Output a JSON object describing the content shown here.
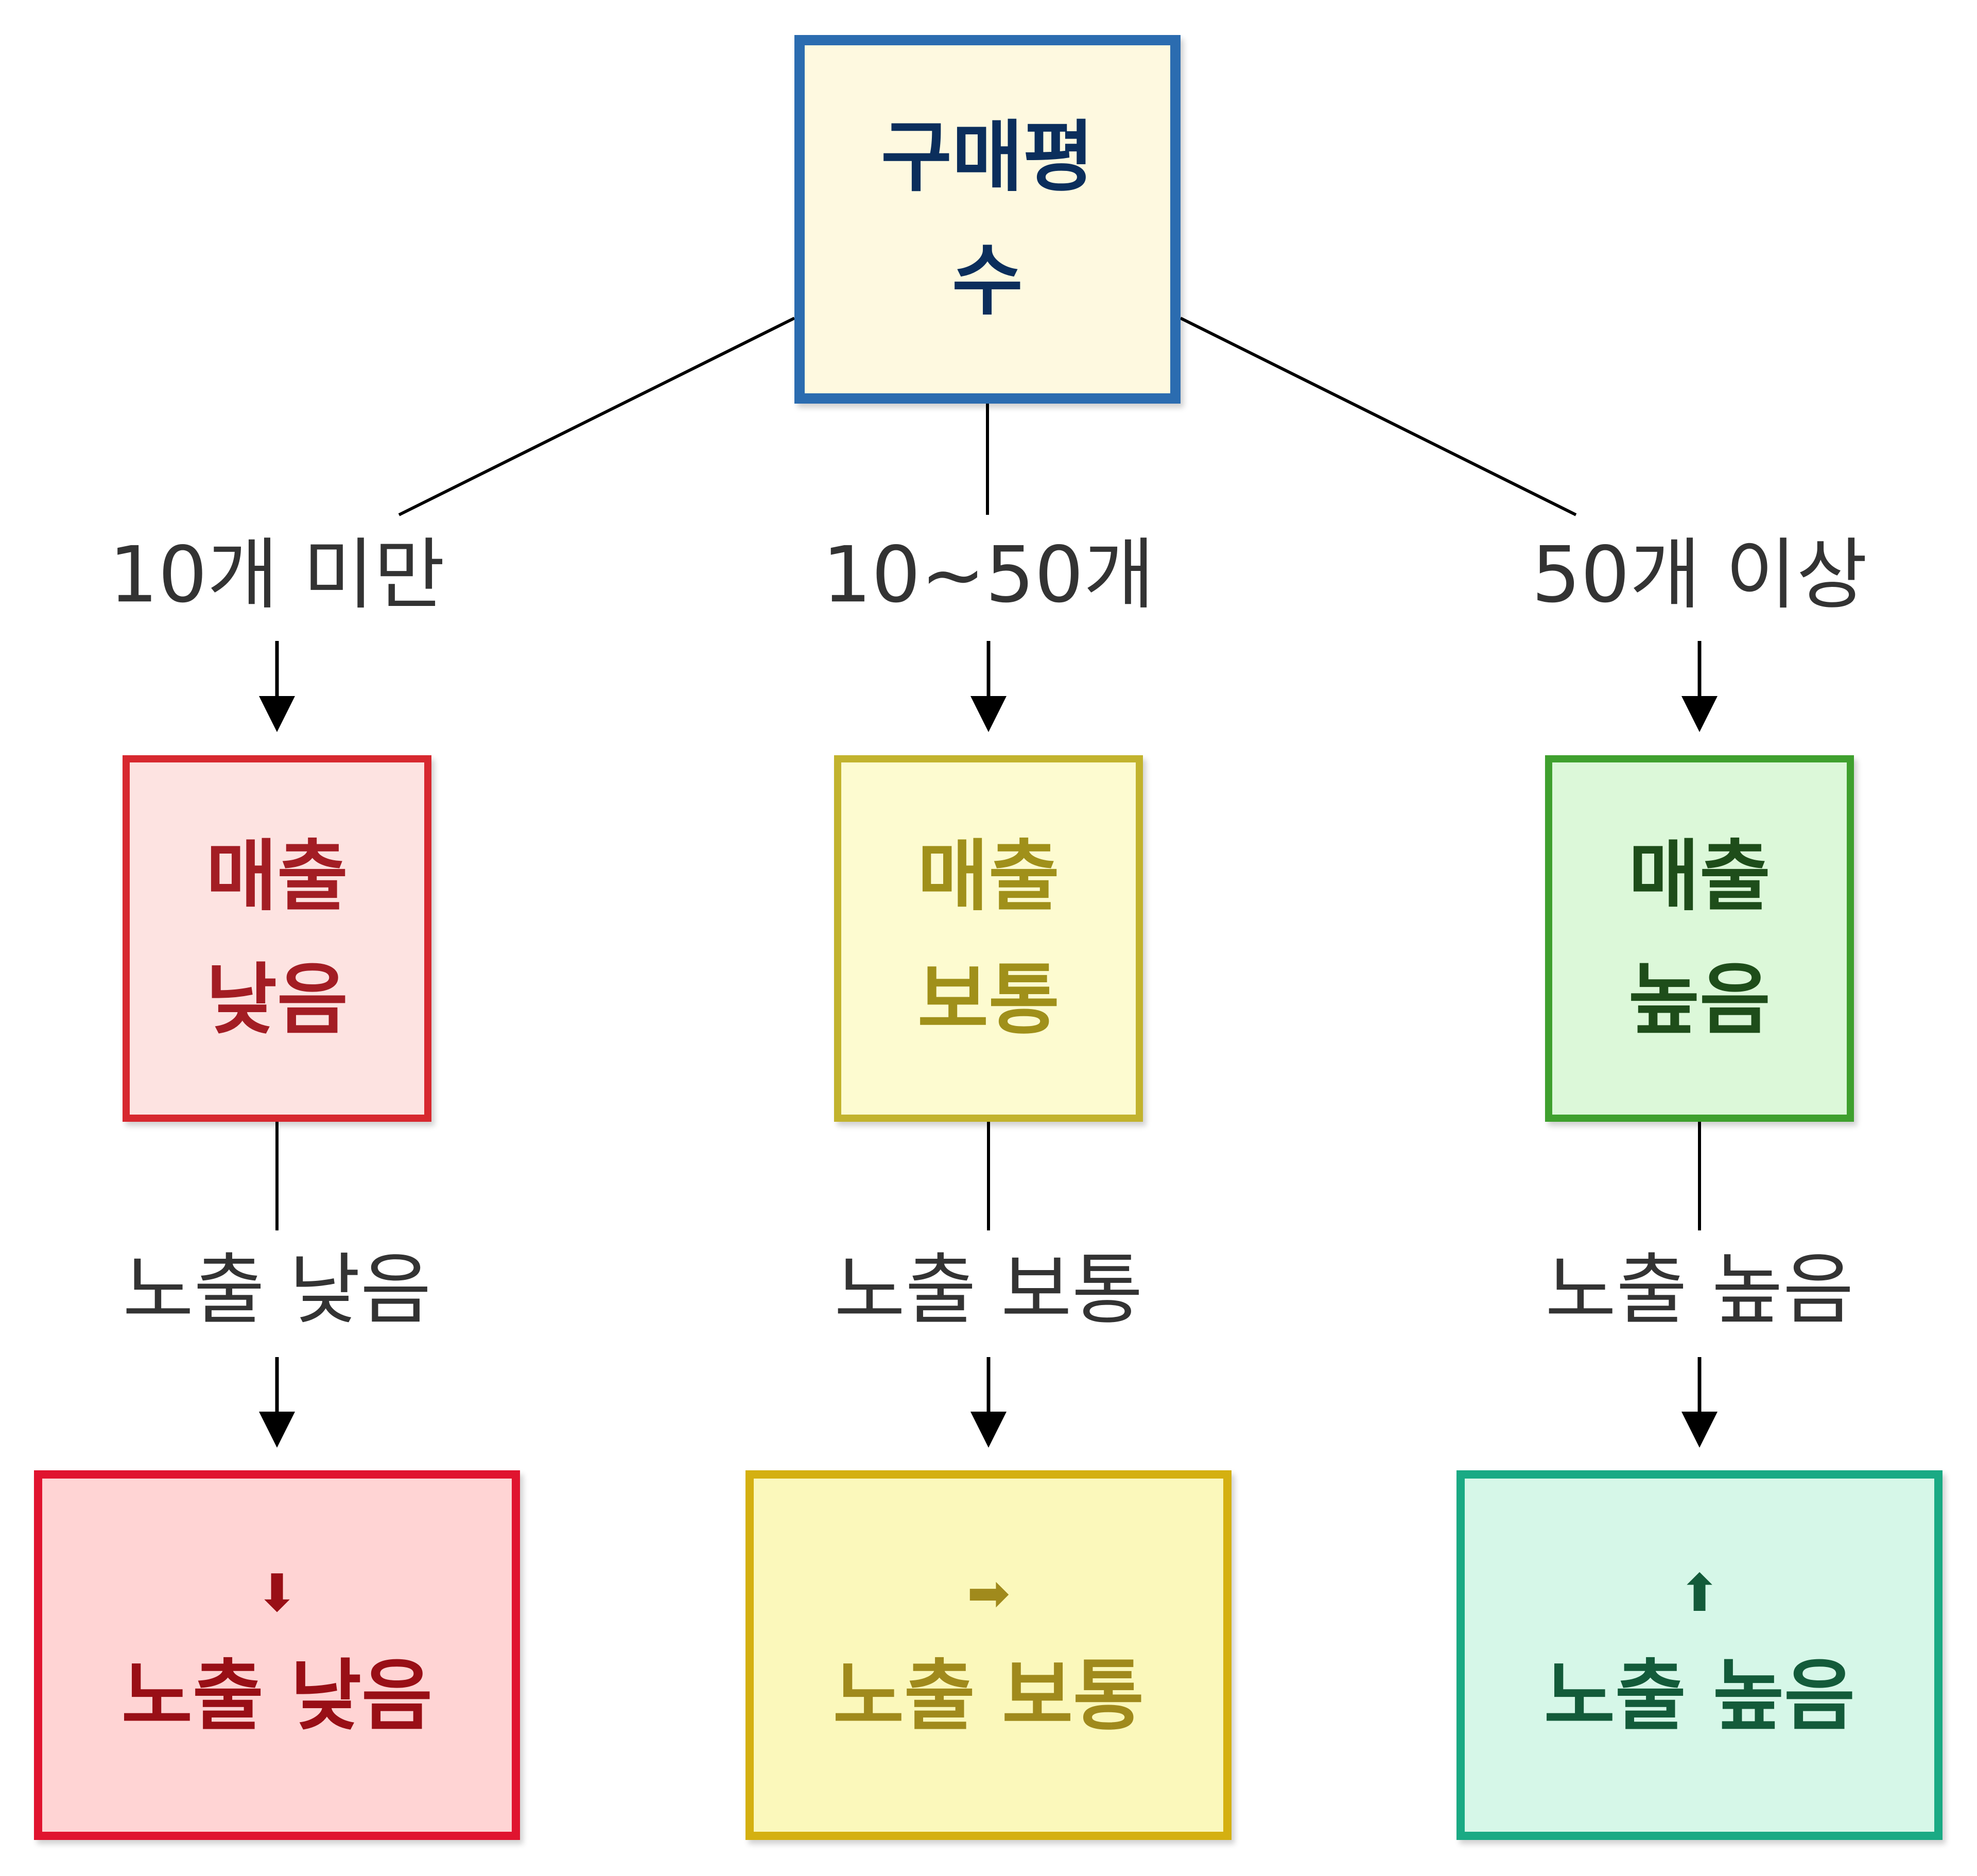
{
  "root": {
    "label": "구매평\n수",
    "fill": "#fef9e0",
    "border": "#2b6cb0",
    "text_color": "#0b2e5c"
  },
  "conditions": [
    "10개 미만",
    "10~50개",
    "50개 이상"
  ],
  "sales_nodes": [
    {
      "label": "매출\n낮음",
      "fill": "#fde3e1",
      "border": "#d7282f",
      "text_color": "#a31d24"
    },
    {
      "label": "매출\n보통",
      "fill": "#fdfbd0",
      "border": "#c2b32e",
      "text_color": "#a0901a"
    },
    {
      "label": "매출\n높음",
      "fill": "#dcf8d9",
      "border": "#3fa02e",
      "text_color": "#1e4d1a"
    }
  ],
  "exposure_labels": [
    "노출 낮음",
    "노출 보통",
    "노출 높음"
  ],
  "outcome_nodes": [
    {
      "icon": "⬇",
      "icon_name": "down-arrow-icon",
      "label": "노출 낮음",
      "fill": "#ffd4d4",
      "border": "#e0142f",
      "text_color": "#990f16"
    },
    {
      "icon": "➡",
      "icon_name": "right-arrow-icon",
      "label": "노출 보통",
      "fill": "#fbf8bb",
      "border": "#d4b011",
      "text_color": "#a08a1c"
    },
    {
      "icon": "⬆",
      "icon_name": "up-arrow-icon",
      "label": "노출 높음",
      "fill": "#d6f7e8",
      "border": "#1aaa84",
      "text_color": "#135b3a"
    }
  ]
}
